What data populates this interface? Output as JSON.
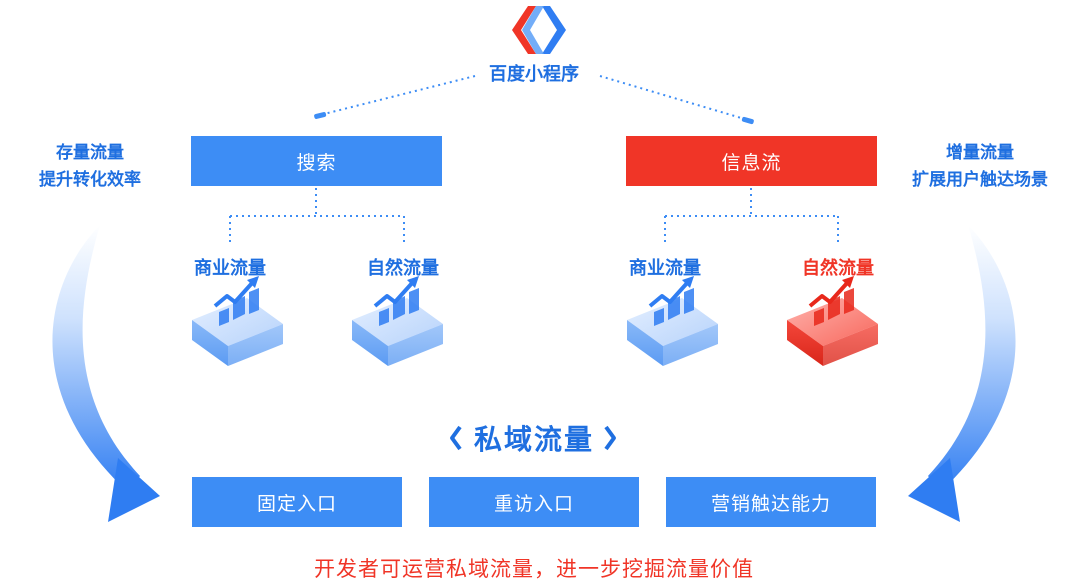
{
  "brand": {
    "name": "百度小程序",
    "logo_icon": "baidu-smart-program-logo"
  },
  "channels": [
    {
      "label": "搜索",
      "color": "#3d8df5",
      "children": [
        {
          "label": "商业流量",
          "highlight": false
        },
        {
          "label": "自然流量",
          "highlight": false
        }
      ]
    },
    {
      "label": "信息流",
      "color": "#f03527",
      "children": [
        {
          "label": "商业流量",
          "highlight": false
        },
        {
          "label": "自然流量",
          "highlight": true
        }
      ]
    }
  ],
  "left_note": {
    "line1": "存量流量",
    "line2": "提升转化效率"
  },
  "right_note": {
    "line1": "增量流量",
    "line2": "扩展用户触达场景"
  },
  "private_domain": {
    "title": "私域流量",
    "entries": [
      "固定入口",
      "重访入口",
      "营销触达能力"
    ]
  },
  "footer": "开发者可运营私域流量，进一步挖掘流量价值",
  "colors": {
    "primary": "#3d8df5",
    "accent": "#f03527",
    "text_blue": "#1f6fe0"
  }
}
